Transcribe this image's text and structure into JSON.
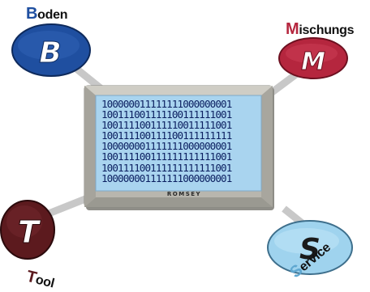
{
  "diagram": {
    "nodes": {
      "boden": {
        "letter": "B",
        "initial": "B",
        "rest": "oden",
        "color": "#1f4fa0",
        "initial_color": "#1f4fa0"
      },
      "mischungs": {
        "letter": "M",
        "initial": "M",
        "rest": "ischungs",
        "color": "#b5263e",
        "initial_color": "#b5263e"
      },
      "tool": {
        "letter": "T",
        "initial": "T",
        "rest": "ool",
        "color": "#5c1a1e",
        "initial_color": "#5c1a1e"
      },
      "service": {
        "letter": "S",
        "initial": "S",
        "rest": "ervice",
        "color": "#9fd3ee",
        "initial_color": "#5fa7d0"
      }
    },
    "monitor": {
      "brand": "ROMSEY",
      "code_lines": [
        "100000011111111000000001",
        "100111001111100111111001",
        "100111100111110011111001",
        "100111100111100111111111",
        "100000001111111000000001",
        "100111100111111111111001",
        "100111100111111111111001",
        "100000001111111000000001"
      ],
      "screen_color": "#a9d4ef",
      "frame_color": "#b5b3ab"
    }
  }
}
